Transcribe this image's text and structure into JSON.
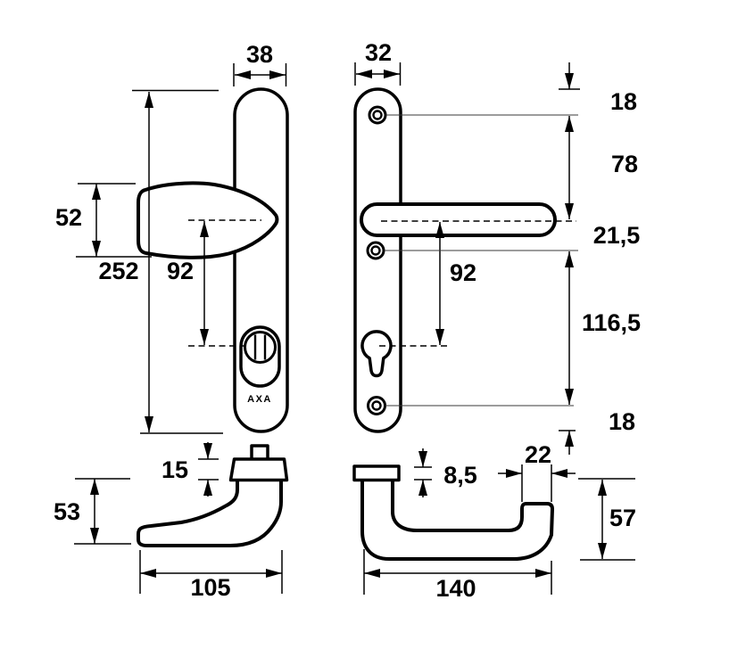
{
  "brand": "AXA",
  "views": {
    "exterior_front": {
      "plate_width": "38",
      "plate_height": "252",
      "knob_height": "52",
      "knob_to_cylinder": "92"
    },
    "interior_front": {
      "plate_width": "32",
      "top_edge_to_screw": "18",
      "screw_to_lever": "78",
      "lever_to_screw": "21,5",
      "lever_to_keyhole": "92",
      "screw_to_screw": "116,5",
      "screw_to_bottom_edge": "18"
    },
    "knob_side": {
      "rose_height": "15",
      "grip_depth": "53",
      "length": "105"
    },
    "lever_side": {
      "plate_thickness": "8,5",
      "grip_width": "22",
      "depth": "57",
      "length": "140"
    }
  }
}
